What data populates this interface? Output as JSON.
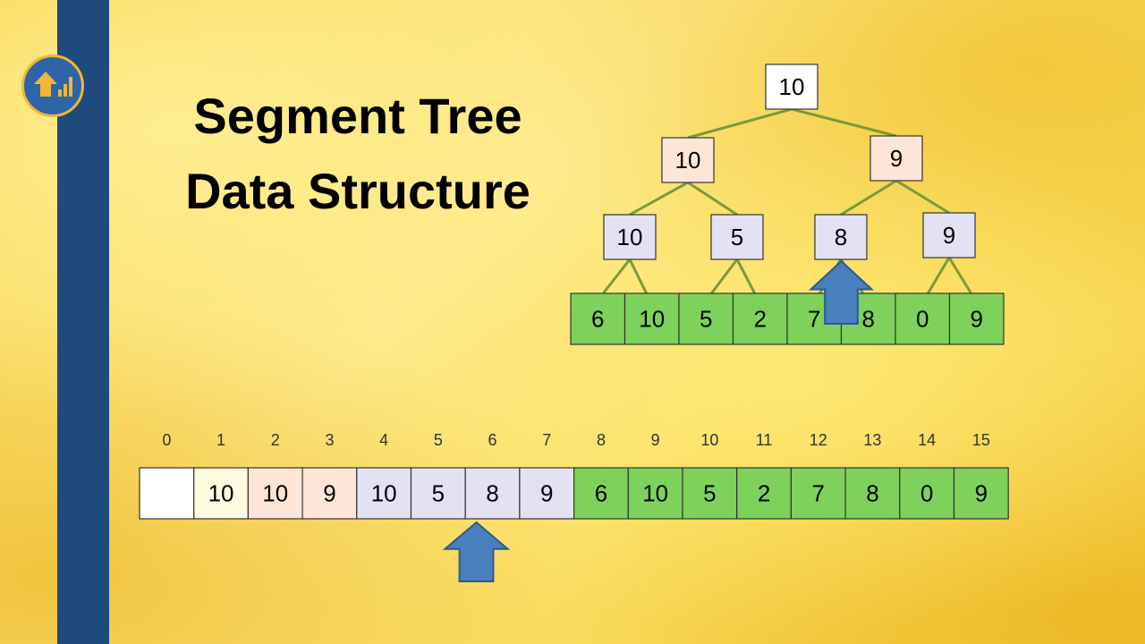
{
  "title": {
    "line1": "Segment Tree",
    "line2": "Data Structure"
  },
  "logo": {
    "icon": "arrow-up-bars-icon"
  },
  "colors": {
    "sidebar": "#1f4a7c",
    "root": "#ffffff",
    "level1": "#fde6d8",
    "level2": "#e4e2f2",
    "leaf": "#7ed15a",
    "arrow": "#4a7fbd",
    "edge": "#7a9a3a",
    "array_empty": "#ffffff",
    "array_root": "#fffbe0"
  },
  "tree": {
    "root": "10",
    "level1": [
      "10",
      "9"
    ],
    "level2": [
      "10",
      "5",
      "8",
      "9"
    ],
    "leaves": [
      "6",
      "10",
      "5",
      "2",
      "7",
      "8",
      "0",
      "9"
    ]
  },
  "array": {
    "indices": [
      "0",
      "1",
      "2",
      "3",
      "4",
      "5",
      "6",
      "7",
      "8",
      "9",
      "10",
      "11",
      "12",
      "13",
      "14",
      "15"
    ],
    "values": [
      "",
      "10",
      "10",
      "9",
      "10",
      "5",
      "8",
      "9",
      "6",
      "10",
      "5",
      "2",
      "7",
      "8",
      "0",
      "9"
    ]
  },
  "pointers": {
    "tree_node_index": 5,
    "array_index": 6
  }
}
